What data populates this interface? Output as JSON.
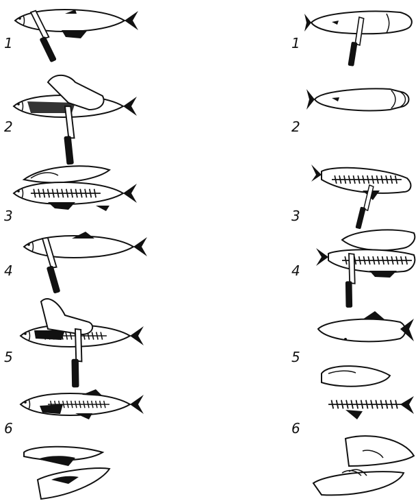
{
  "colors": {
    "ink": "#111111",
    "paper": "#ffffff"
  },
  "left_column": {
    "steps": [
      {
        "label": "1"
      },
      {
        "label": "2"
      },
      {
        "label": "3"
      },
      {
        "label": "4"
      },
      {
        "label": "5"
      },
      {
        "label": "6"
      }
    ]
  },
  "right_column": {
    "steps": [
      {
        "label": "1"
      },
      {
        "label": "2"
      },
      {
        "label": "3"
      },
      {
        "label": "4"
      },
      {
        "label": "5"
      },
      {
        "label": "6"
      }
    ]
  }
}
